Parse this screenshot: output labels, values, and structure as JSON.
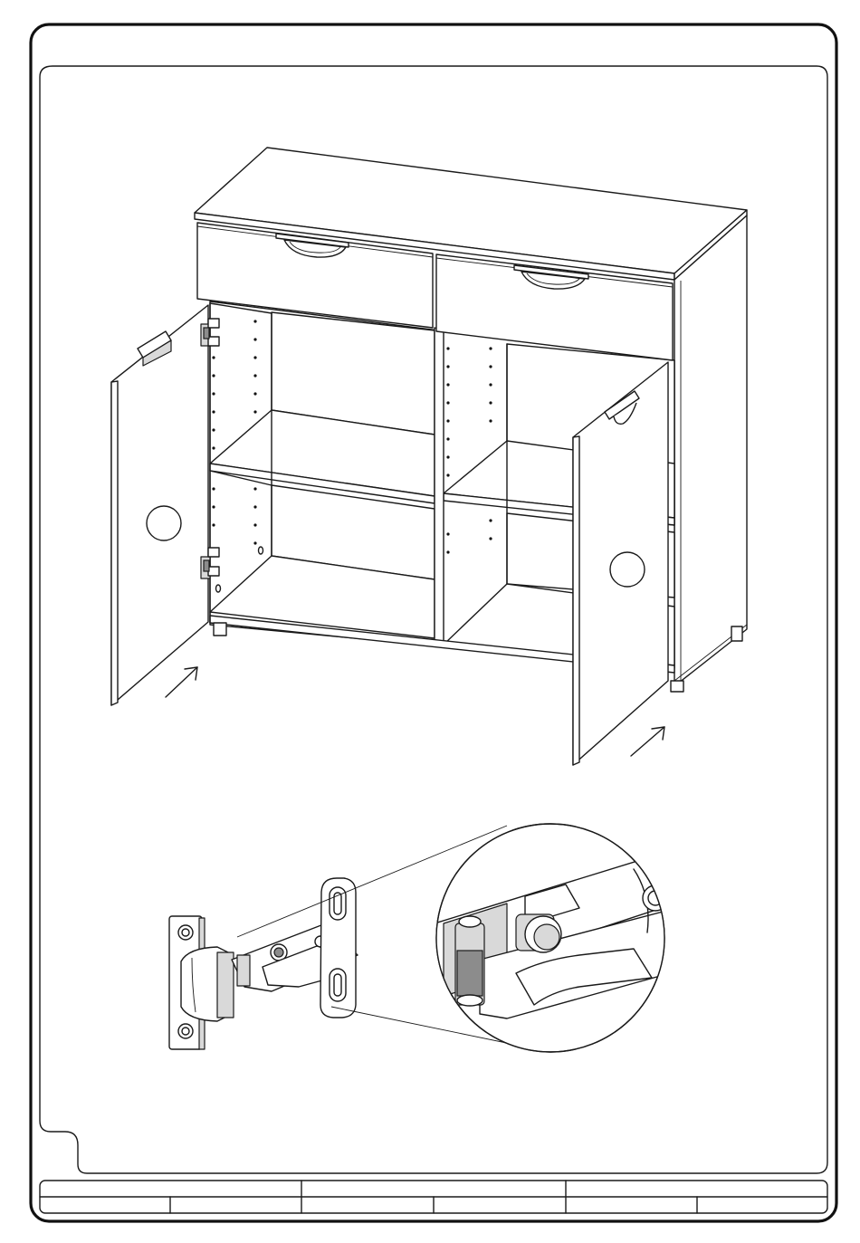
{
  "sheet": {
    "frame_color": "#111111",
    "line_color": "#1a1a1a",
    "panel_color": "#ffffff",
    "shade_color": "#d9d9d9"
  },
  "illustration": {
    "cabinet": {
      "doors": 2,
      "drawers": 2,
      "shelves_per_side": 1
    },
    "hinge_detail": {
      "magnified": true
    }
  },
  "footer": {
    "row1": [
      "",
      "",
      ""
    ],
    "row2": [
      "",
      "",
      "",
      "",
      "",
      ""
    ]
  }
}
